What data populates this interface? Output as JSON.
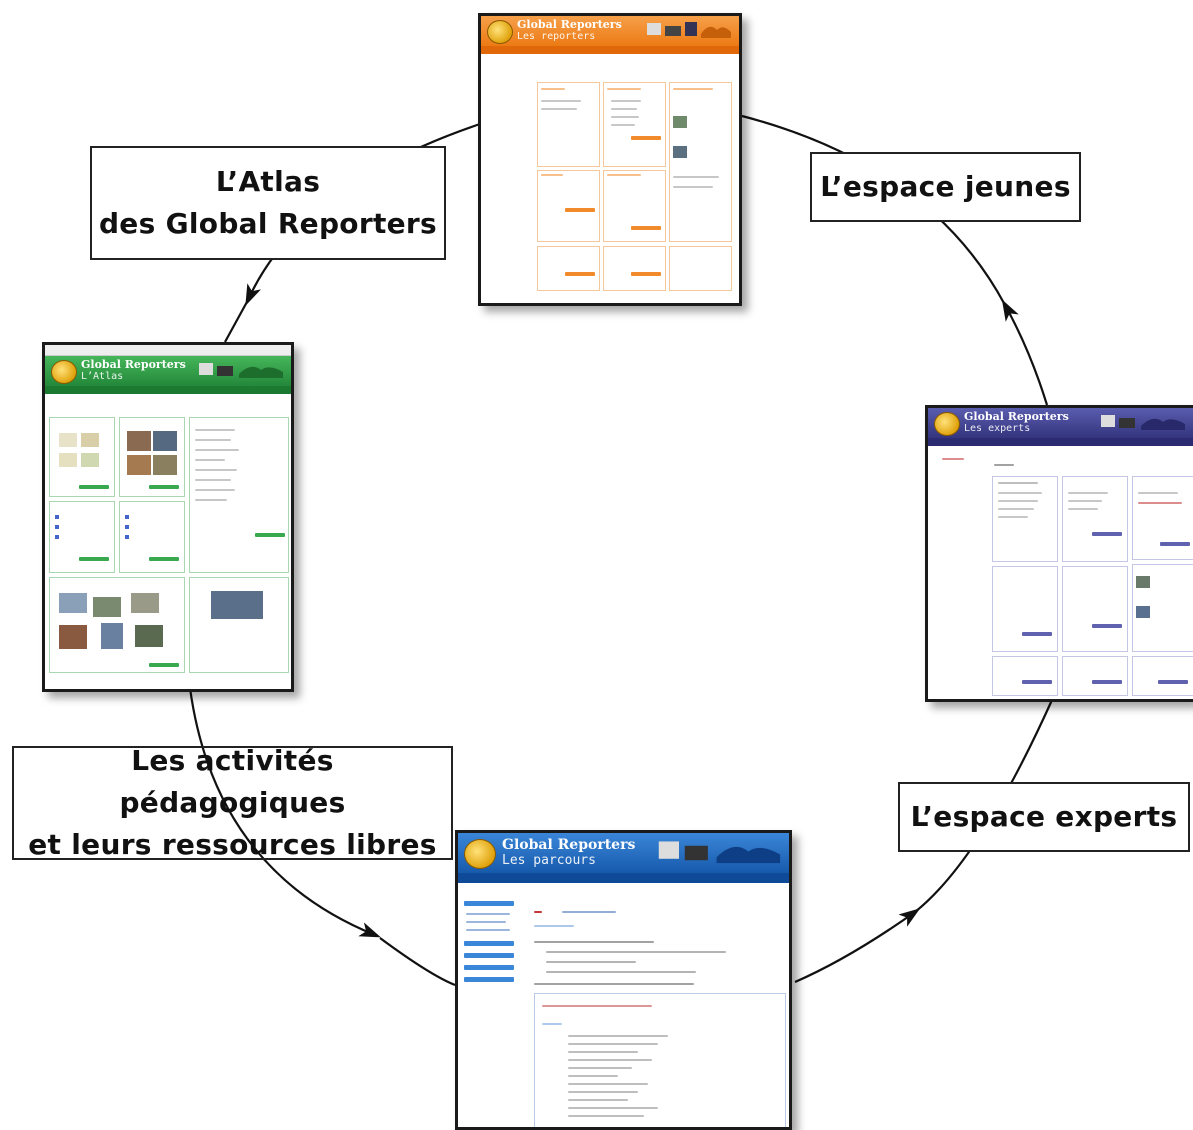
{
  "labels": {
    "atlas_line1": "L’Atlas",
    "atlas_line2": "des Global Reporters",
    "jeunes": "L’espace jeunes",
    "experts": "L’espace experts",
    "activites_line1": "Les activités pédagogiques",
    "activites_line2": "et leurs ressources libres"
  },
  "thumbnails": {
    "jeunes": {
      "title": "Global Reporters",
      "subtitle": "Les reporters",
      "color": "#f07f1c"
    },
    "atlas": {
      "title": "Global Reporters",
      "subtitle": "L’Atlas",
      "color": "#2e9a3e"
    },
    "experts": {
      "title": "Global Reporters",
      "subtitle": "Les experts",
      "color": "#3e3f8e"
    },
    "parcours": {
      "title": "Global Reporters",
      "subtitle": "Les parcours",
      "color": "#1f5fb8"
    }
  },
  "colors": {
    "arrow": "#111111",
    "box_border": "#222222"
  }
}
